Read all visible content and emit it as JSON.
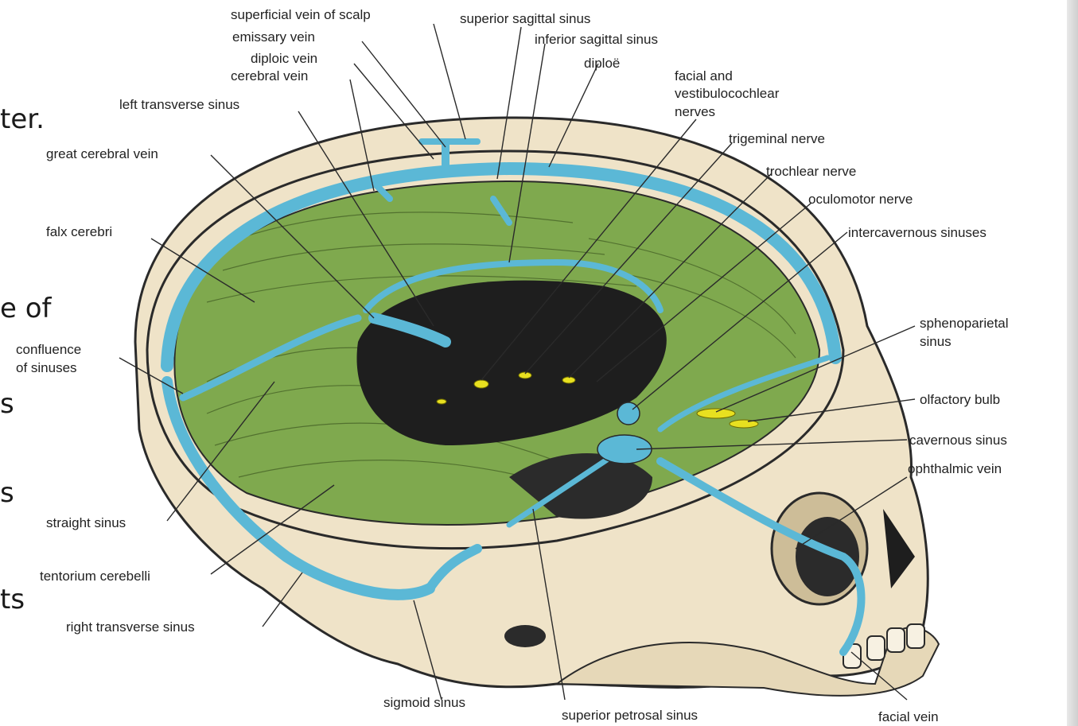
{
  "slide_fragments": [
    "ter.",
    "e of",
    "s",
    "s",
    "ts"
  ],
  "labels": {
    "superficial_vein_of_scalp": "superficial vein of scalp",
    "superior_sagittal_sinus": "superior sagittal sinus",
    "emissary_vein": "emissary vein",
    "inferior_sagittal_sinus": "inferior sagittal sinus",
    "diploic_vein": "diploic vein",
    "diploe": "diploë",
    "cerebral_vein": "cerebral vein",
    "facial_and_vestibulocochlear_nerves": [
      "facial and",
      "vestibulocochlear",
      "nerves"
    ],
    "left_transverse_sinus": "left transverse sinus",
    "trigeminal_nerve": "trigeminal nerve",
    "great_cerebral_vein": "great cerebral vein",
    "trochlear_nerve": "trochlear nerve",
    "oculomotor_nerve": "oculomotor nerve",
    "falx_cerebri": "falx cerebri",
    "intercavernous_sinuses": "intercavernous sinuses",
    "sphenoparietal_sinus": [
      "sphenoparietal",
      "sinus"
    ],
    "confluence_of_sinuses": [
      "confluence",
      "of sinuses"
    ],
    "olfactory_bulb": "olfactory bulb",
    "cavernous_sinus": "cavernous sinus",
    "ophthalmic_vein": "ophthalmic vein",
    "straight_sinus": "straight sinus",
    "tentorium_cerebelli": "tentorium cerebelli",
    "right_transverse_sinus": "right transverse sinus",
    "sigmoid_sinus": "sigmoid sinus",
    "superior_petrosal_sinus": "superior petrosal sinus",
    "facial_vein": "facial vein"
  },
  "colors": {
    "bone": "#efe3c8",
    "bone_outline": "#2a2a2a",
    "venous_sinus": "#5bb8d6",
    "dura_green": "#7fa94e",
    "cavity_dark": "#1e1e1e",
    "nerve_yellow": "#e8e020"
  }
}
